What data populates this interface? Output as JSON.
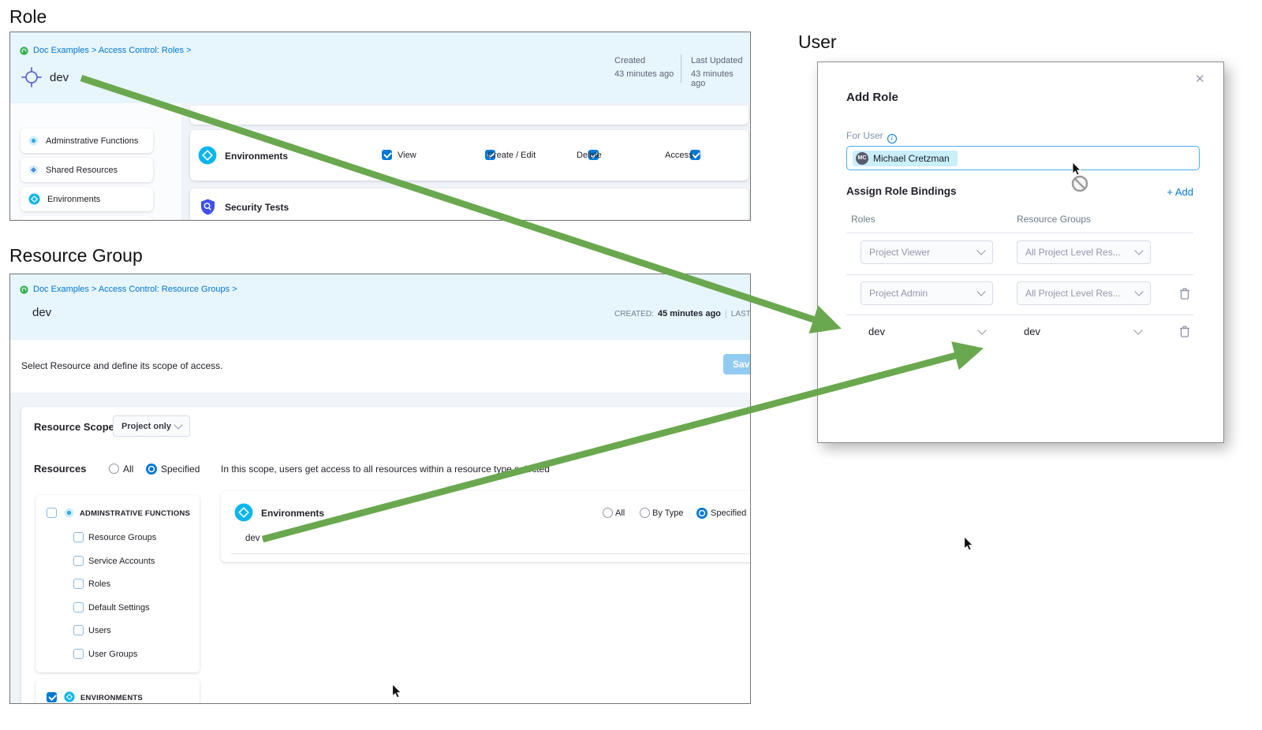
{
  "headings": {
    "role": "Role",
    "resource_group": "Resource Group",
    "user": "User"
  },
  "colors": {
    "accent": "#0278d5",
    "arrow_green": "#6aa84f",
    "panel_header_bg": "#e7f5fc",
    "icon_cyan": "#0ab5ee"
  },
  "role_panel": {
    "breadcrumb": "Doc Examples > Access Control: Roles >",
    "title": "dev",
    "created": {
      "label": "Created",
      "value": "43 minutes ago"
    },
    "updated": {
      "label": "Last Updated",
      "value": "43 minutes ago"
    },
    "sidebar": [
      {
        "label": "Adminstrative Functions"
      },
      {
        "label": "Shared Resources"
      },
      {
        "label": "Environments"
      }
    ],
    "permission_row": {
      "resource": "Environments",
      "perms": [
        "View",
        "Create / Edit",
        "Delete",
        "Access"
      ]
    },
    "next_row": {
      "resource": "Security Tests"
    }
  },
  "rg_panel": {
    "breadcrumb": "Doc Examples > Access Control: Resource Groups >",
    "title": "dev",
    "created_label": "CREATED:",
    "created_value": "45 minutes ago",
    "separator": "|",
    "updated_label": "LAST UPD",
    "instruction": "Select Resource and define its scope of access.",
    "save_button": "Save",
    "scope": {
      "label": "Resource Scope",
      "value": "Project only"
    },
    "resources": {
      "label": "Resources",
      "radio_all": "All",
      "radio_specified": "Specified",
      "group1": "ADMINSTRATIVE FUNCTIONS",
      "group1_children": [
        "Resource Groups",
        "Service Accounts",
        "Roles",
        "Default Settings",
        "Users",
        "User Groups"
      ],
      "group2": "ENVIRONMENTS"
    },
    "scope_panel": {
      "hint": "In this scope, users get access to all resources within a resource type selected",
      "resource": "Environments",
      "radio_all": "All",
      "radio_by_type": "By Type",
      "radio_specified": "Specified",
      "selected_item": "dev"
    }
  },
  "dialog": {
    "title": "Add Role",
    "close_glyph": "✕",
    "for_user_label": "For User",
    "info_glyph": "i",
    "user": {
      "initials": "MC",
      "name": "Michael Cretzman"
    },
    "assign_heading": "Assign Role Bindings",
    "add_label": "+ Add",
    "col_roles": "Roles",
    "col_resource_groups": "Resource Groups",
    "rows": [
      {
        "role": "Project Viewer",
        "rg": "All Project Level Res..."
      },
      {
        "role": "Project Admin",
        "rg": "All Project Level Res..."
      },
      {
        "role": "dev",
        "rg": "dev"
      }
    ]
  }
}
